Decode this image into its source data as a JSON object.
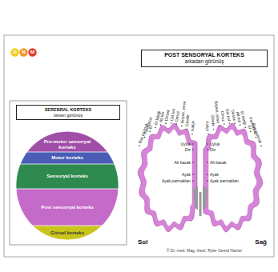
{
  "diagram": {
    "title": "POST SENSORYAL KORTEKS",
    "nodes": [
      {
        "text": [
          "G"
        ]
      },
      {
        "text": [
          "N"
        ]
      },
      {
        "text": [
          "M"
        ]
      },
      {
        "text": [
          "POST SENSORYAL KORTEKS",
          "arkadan görünüş"
        ]
      },
      {
        "text": [
          "SEREBRAL KORTEKS",
          "üstten görünüş"
        ]
      },
      {
        "text": [
          "Pre-motor sensoryal korteks"
        ]
      },
      {
        "text": [
          "Motor korteks"
        ]
      },
      {
        "text": [
          "Sensoryal korteks"
        ]
      },
      {
        "text": [
          "Post sensoryal korteks"
        ]
      },
      {
        "text": [
          "Görsel korteks"
        ]
      }
    ],
    "labels": [
      "Baş parmak",
      "Parmaklar",
      "El",
      "El bileği",
      "Alt kol",
      "Dirsek",
      "Üst kol",
      "Omuz",
      "Boyun, ense",
      "Gövde",
      "Kalça",
      "Kalça",
      "Gövde",
      "Boyun, ense",
      "Omuz",
      "Üst kol",
      "Dirsek",
      "Alt kol",
      "El bileği",
      "El",
      "Parmaklar",
      "Baş parmak",
      "Uyluk",
      "Diz",
      "Alt bacak",
      "Ayak",
      "Ayak parmakları",
      "Uyluk",
      "Diz",
      "Alt bacak",
      "Ayak",
      "Ayak parmakları",
      "Sol",
      "Sağ",
      "© Dr. med. Mag. theol. Ryke Geerd Hamer"
    ]
  }
}
